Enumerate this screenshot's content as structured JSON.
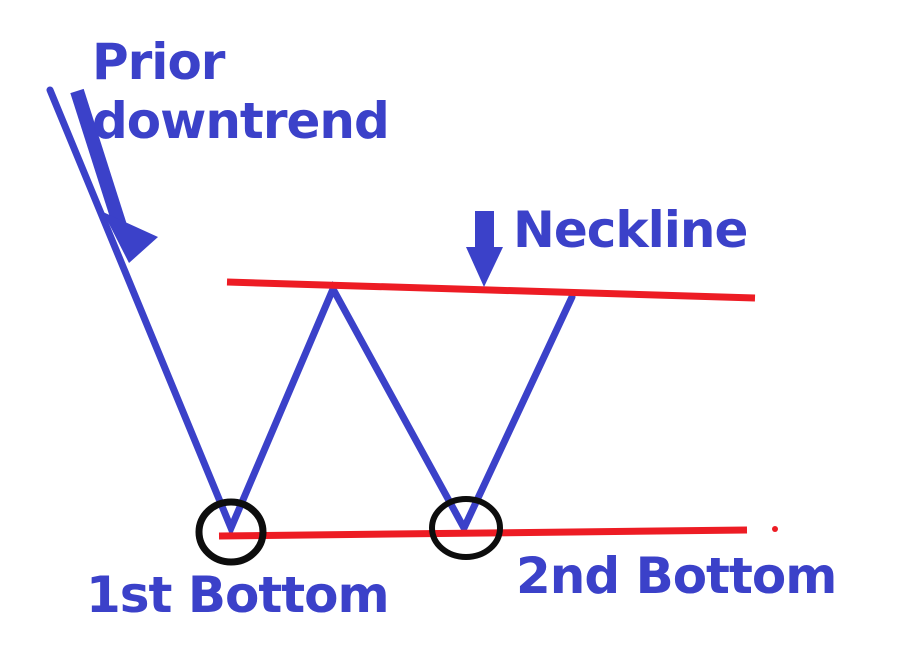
{
  "diagram": {
    "subject": "Double Bottom chart pattern sketch",
    "labels": {
      "prior_trend_line1": "Prior",
      "prior_trend_line2": "downtrend",
      "neckline": "Neckline",
      "first_bottom": "1st Bottom",
      "second_bottom": "2nd Bottom"
    },
    "colors": {
      "annotation_blue": "#3b41c9",
      "line_red": "#ed1c24",
      "circle_black": "#0d0d0d",
      "background": "#ffffff"
    }
  }
}
